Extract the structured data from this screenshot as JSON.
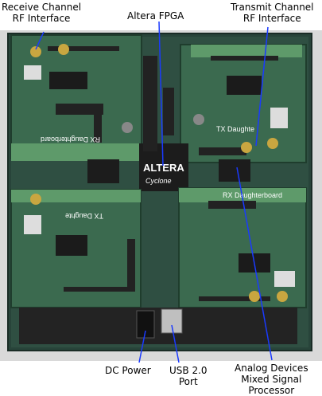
{
  "callouts": {
    "receive_line1": "Receive Channel",
    "receive_line2": "RF Interface",
    "fpga": "Altera FPGA",
    "transmit_line1": "Transmit Channel",
    "transmit_line2": "RF Interface",
    "dc_power": "DC Power",
    "usb_line1": "USB 2.0",
    "usb_line2": "Port",
    "adi_line1": "Analog Devices",
    "adi_line2": "Mixed Signal",
    "adi_line3": "Processor"
  },
  "board_text": {
    "altera_logo": "ALTERA",
    "cyclone_logo": "Cyclone",
    "tx_daughterboard_top": "TX Daughte",
    "rx_daughterboard_top": "RX Daughterboard",
    "rx_daughterboard_bottom": "RX Daughterboard",
    "tx_daughterboard_bottom": "TX Daughte"
  },
  "colors": {
    "motherboard": "#2b4a3e",
    "daughterboard": "#3d6a50",
    "daughterboard_edge": "#5f9a6c",
    "gold": "#c9a640",
    "chip": "#1c1c1c"
  }
}
